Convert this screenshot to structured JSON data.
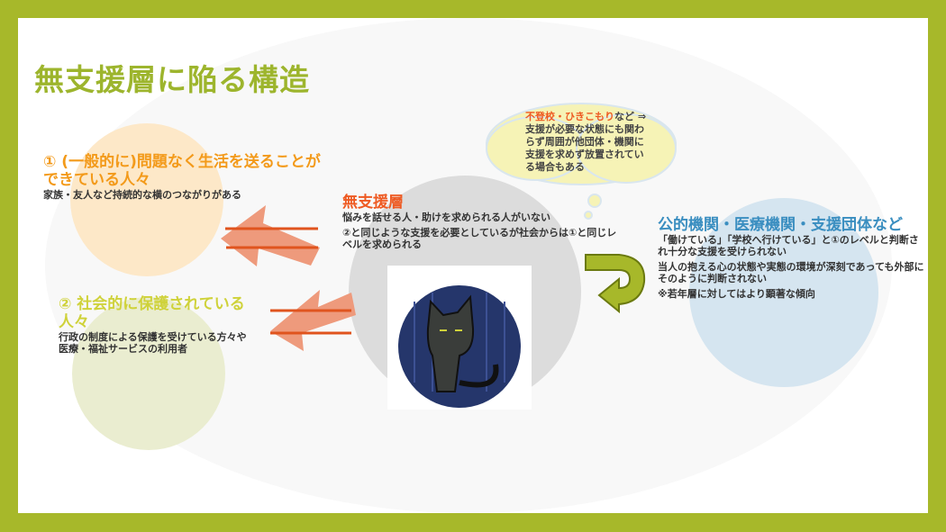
{
  "title": "無支援層に陥る構造",
  "group1": {
    "heading": "① (一般的に)問題なく生活を送ることができている人々",
    "desc": "家族・友人など持続的な横のつながりがある"
  },
  "group2": {
    "heading": "② 社会的に保護されている人々",
    "desc": "行政の制度による保護を受けている方々や医療・福祉サービスの利用者"
  },
  "center": {
    "heading": "無支援層",
    "line1": "悩みを話せる人・助けを求められる人がいない",
    "line2": "②と同じような支援を必要としているが社会からは①と同じレベルを求められる"
  },
  "cloud": {
    "highlight": "不登校・ひきこもり",
    "rest": "など ⇒支援が必要な状態にも関わらず周囲が他団体・機関に支援を求めず放置されている場合もある"
  },
  "right": {
    "heading": "公的機関・医療機関・支援団体など",
    "p1": "「働けている」「学校へ行けている」と①のレベルと判断され十分な支援を受けられない",
    "p2": "当人の抱える心の状態や実態の環境が深刻であっても外部にそのように判断されない",
    "p3": "※若年層に対してはより顕著な傾向"
  },
  "colors": {
    "frame": "#a7b82a",
    "accent_orange": "#f39a1a",
    "accent_red": "#ee5a22",
    "accent_blue": "#3a8ec0"
  }
}
